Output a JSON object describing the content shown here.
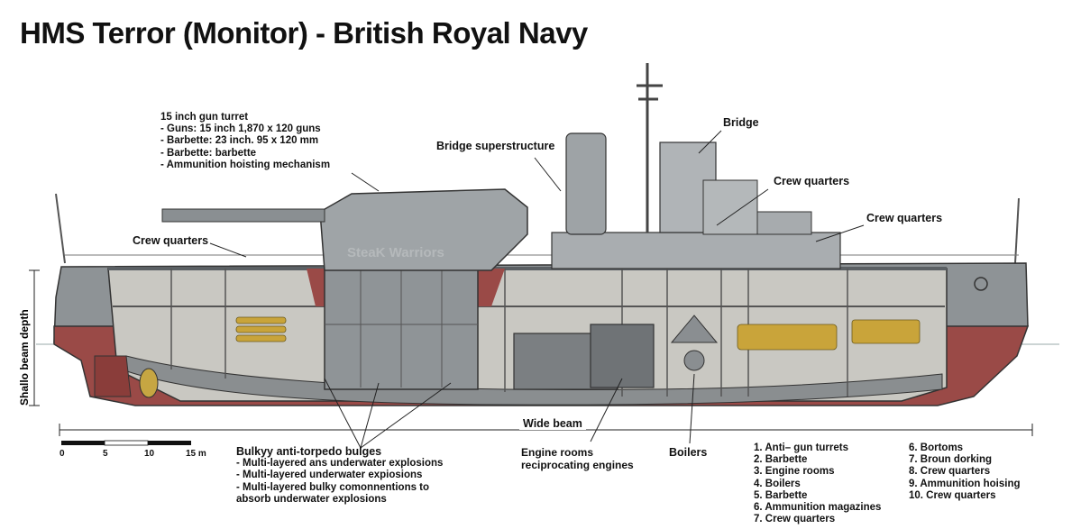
{
  "title": "HMS Terror (Monitor) - British Royal Navy",
  "watermark": "SteaK Warriors",
  "callouts": {
    "turret_block": [
      "15 inch gun turret",
      "- Guns: 15 inch 1,870 x 120 guns",
      "- Barbette: 23 inch. 95 x 120 mm",
      "- Barbette: barbette",
      "- Ammunition hoisting mechanism"
    ],
    "bridge_superstructure": "Bridge superstructure",
    "bridge": "Bridge",
    "crew_quarters_left": "Crew quarters",
    "crew_quarters_mid": "Crew quarters",
    "crew_quarters_right": "Crew quarters",
    "shallow_depth": "Shallo beam depth",
    "wide_beam": "Wide beam",
    "bulges_block": [
      "Bulkyy anti-torpedo bulges",
      "- Multi-layered ans underwater explosions",
      "- Multi-layered underwater expiosions",
      "- Multi-layered bulky comonnentions to",
      "  absorb underwater explosions"
    ],
    "engine_block": [
      "Engine rooms",
      "reciprocating engines"
    ],
    "boilers": "Boilers"
  },
  "scale_bar": {
    "ticks": [
      "0",
      "5",
      "10",
      "15 m"
    ]
  },
  "legend": {
    "col1": [
      "1. Anti– gun turrets",
      "2. Barbette",
      "3. Engine rooms",
      "4. Boilers",
      "5. Barbette",
      "6. Ammunition magazines",
      "7. Crew quarters"
    ],
    "col2": [
      "6. Bortoms",
      "7. Broun dorking",
      "8. Crew quarters",
      "9. Ammunition hoising",
      "10. Crew quarters"
    ]
  },
  "colors": {
    "hull_grey": "#8e9396",
    "hull_red": "#9a4a47",
    "interior": "#c9c8c2",
    "deck_dark": "#5b6064"
  }
}
